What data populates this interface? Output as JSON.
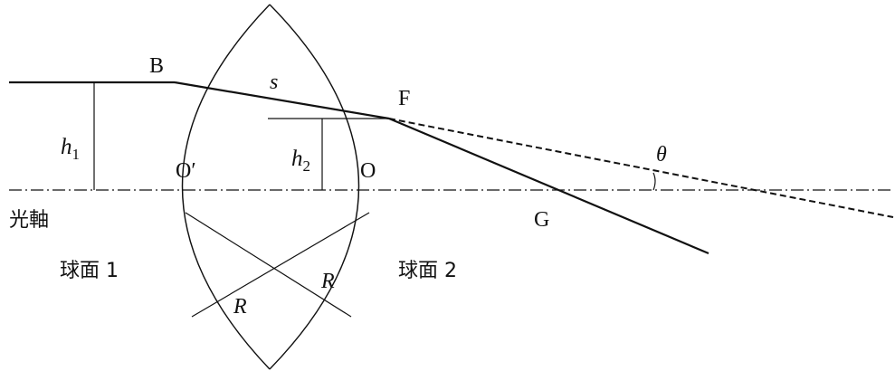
{
  "labels": {
    "B": "B",
    "s": "s",
    "F": "F",
    "h1_main": "h",
    "h1_sub": "1",
    "h2_main": "h",
    "h2_sub": "2",
    "O_prime": "O′",
    "O": "O",
    "theta": "θ",
    "G": "G",
    "optical_axis": "光軸",
    "sphere1": "球面 1",
    "sphere2": "球面 2",
    "R_left": "R",
    "R_right": "R"
  },
  "colors": {
    "ink": "#111111",
    "background": "#ffffff"
  }
}
